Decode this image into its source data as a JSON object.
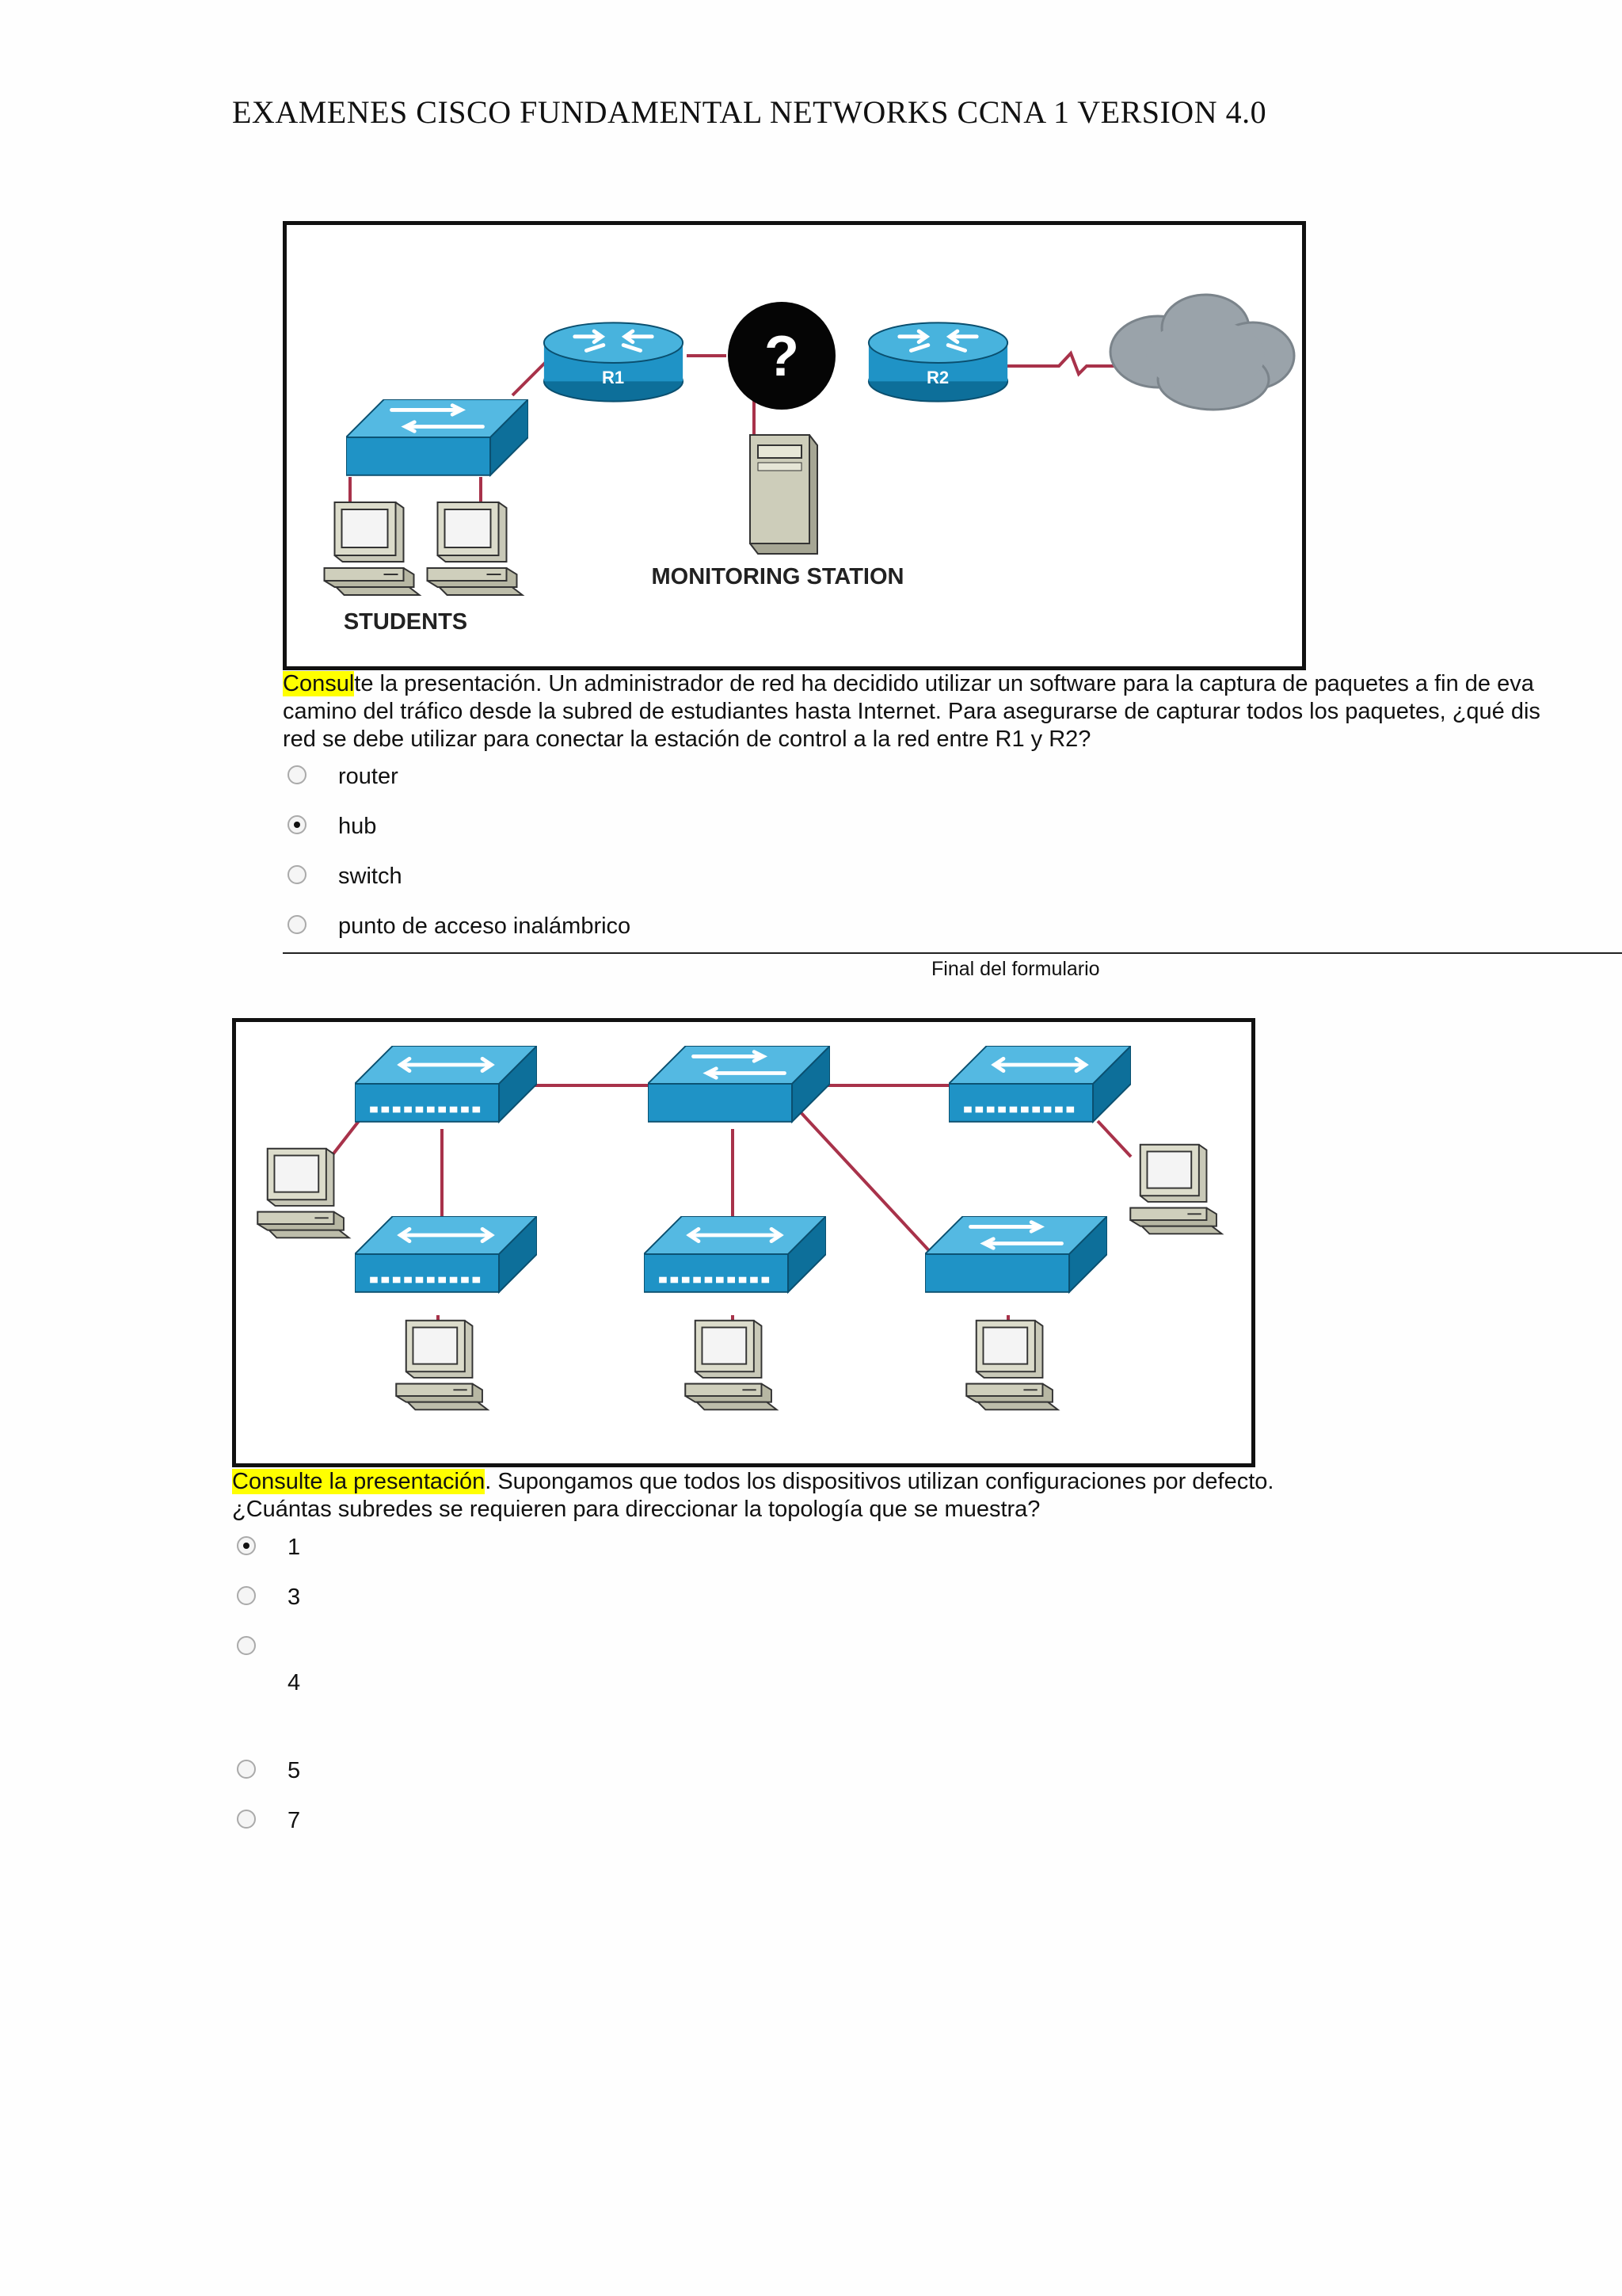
{
  "header": {
    "title": "EXAMENES CISCO FUNDAMENTAL NETWORKS CCNA 1 VERSION 4.0"
  },
  "question1": {
    "figure": {
      "router1_label": "R1",
      "router2_label": "R2",
      "unknown_symbol": "?",
      "monitoring_label": "MONITORING STATION",
      "students_label": "STUDENTS",
      "icons": [
        "switch-icon",
        "router-icon",
        "question-device-icon",
        "router-icon",
        "cloud-icon",
        "server-icon",
        "pc-icon",
        "pc-icon"
      ]
    },
    "text_highlight": "Consul",
    "text_line1_rest": "te la presentación. Un administrador de red ha decidido utilizar un software para la captura de paquetes a fin de eva",
    "text_line2": "camino del tráfico desde la subred de estudiantes hasta Internet. Para asegurarse de capturar todos los paquetes, ¿qué dis",
    "text_line3": "red se debe utilizar para conectar la estación de control a la red entre R1 y R2?",
    "options": [
      {
        "label": "router",
        "checked": false
      },
      {
        "label": "hub",
        "checked": true
      },
      {
        "label": "switch",
        "checked": false
      },
      {
        "label": "punto de acceso inalámbrico",
        "checked": false
      }
    ],
    "form_end_label": "Final del formulario"
  },
  "question2": {
    "figure": {
      "icons": [
        "hub-icon",
        "switch-icon",
        "hub-icon",
        "hub-icon",
        "hub-icon",
        "switch-icon",
        "pc-icon",
        "pc-icon",
        "pc-icon",
        "pc-icon",
        "pc-icon"
      ]
    },
    "text_highlight": "Consulte la presentación",
    "text_line1_rest": ". Supongamos que todos los dispositivos utilizan configuraciones por defecto.",
    "text_line2": "¿Cuántas subredes se requieren para direccionar la topología que se muestra?",
    "options": [
      {
        "label": "1",
        "checked": true
      },
      {
        "label": "3",
        "checked": false
      },
      {
        "label": "4",
        "checked": false
      },
      {
        "label": "5",
        "checked": false
      },
      {
        "label": "7",
        "checked": false
      }
    ]
  },
  "colors": {
    "device_blue": "#1f93c6",
    "link_red": "#a8324a",
    "highlight": "#ffff00",
    "cloud_gray": "#9aa3aa"
  }
}
